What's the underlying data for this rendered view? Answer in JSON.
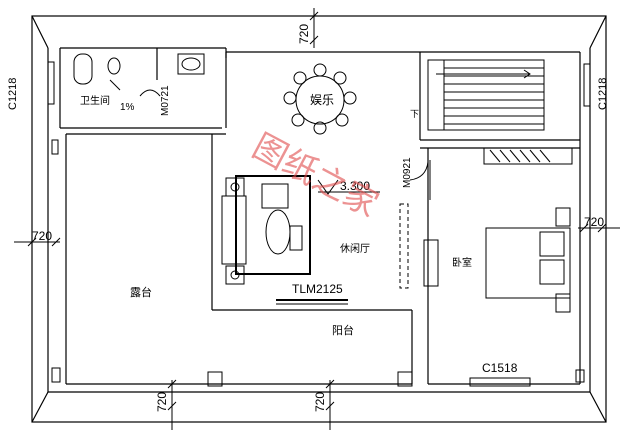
{
  "labels": {
    "bathroom": "卫生间",
    "entertainment": "娱乐",
    "lounge": "休闲厅",
    "terrace": "露台",
    "balcony": "阳台",
    "bedroom": "卧室",
    "down_arrow": "下",
    "slope": "1%",
    "elevation": "3.300"
  },
  "codes": {
    "window_left": "C1218",
    "window_right": "C1218",
    "window_bottom": "C1518",
    "door_bath": "M0721",
    "door_bedroom": "M0921",
    "sliding_door": "TLM2125"
  },
  "dimensions": {
    "top": "720",
    "left": "720",
    "right": "720",
    "bottom_left": "720",
    "bottom_right": "720"
  },
  "watermark": "图纸之家",
  "colors": {
    "line": "#000000",
    "watermark": "#e04a4a"
  }
}
